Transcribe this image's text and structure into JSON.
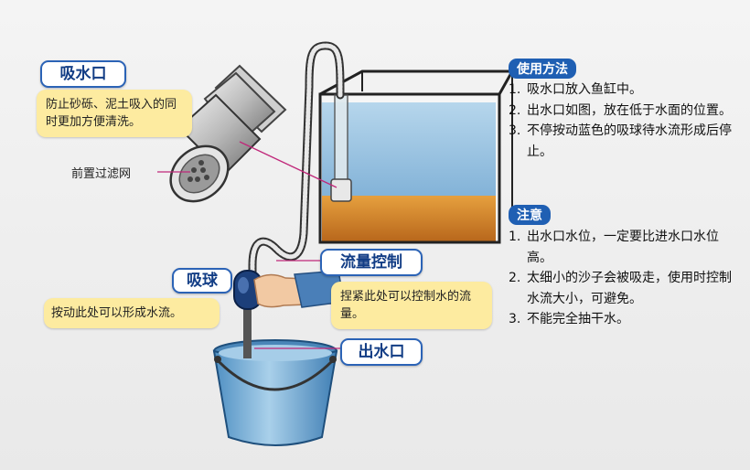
{
  "labels": {
    "intake": "吸水口",
    "intake_note": "防止砂砾、泥土吸入的同时更加方便清洗。",
    "pre_filter": "前置过滤网",
    "bulb": "吸球",
    "bulb_note": "按动此处可以形成水流。",
    "flow_control": "流量控制",
    "flow_note": "捏紧此处可以控制水的流量。",
    "outlet": "出水口"
  },
  "usage": {
    "title": "使用方法",
    "steps": [
      {
        "num": "1.",
        "text": "吸水口放入鱼缸中。"
      },
      {
        "num": "2.",
        "text": "出水口如图，放在低于水面的位置。"
      },
      {
        "num": "3.",
        "text": "不停按动蓝色的吸球待水流形成后停止。"
      }
    ]
  },
  "caution": {
    "title": "注意",
    "items": [
      {
        "num": "1.",
        "text": "出水口水位，一定要比进水口水位高。"
      },
      {
        "num": "2.",
        "text": "太细小的沙子会被吸走，使用时控制水流大小，可避免。"
      },
      {
        "num": "3.",
        "text": "不能完全抽干水。"
      }
    ]
  },
  "colors": {
    "label_border": "#2b63b6",
    "note_bg": "#fdeba0",
    "water": "#9cc4e0",
    "sand": "#d98a2a",
    "bucket": "#7ab0d4"
  }
}
